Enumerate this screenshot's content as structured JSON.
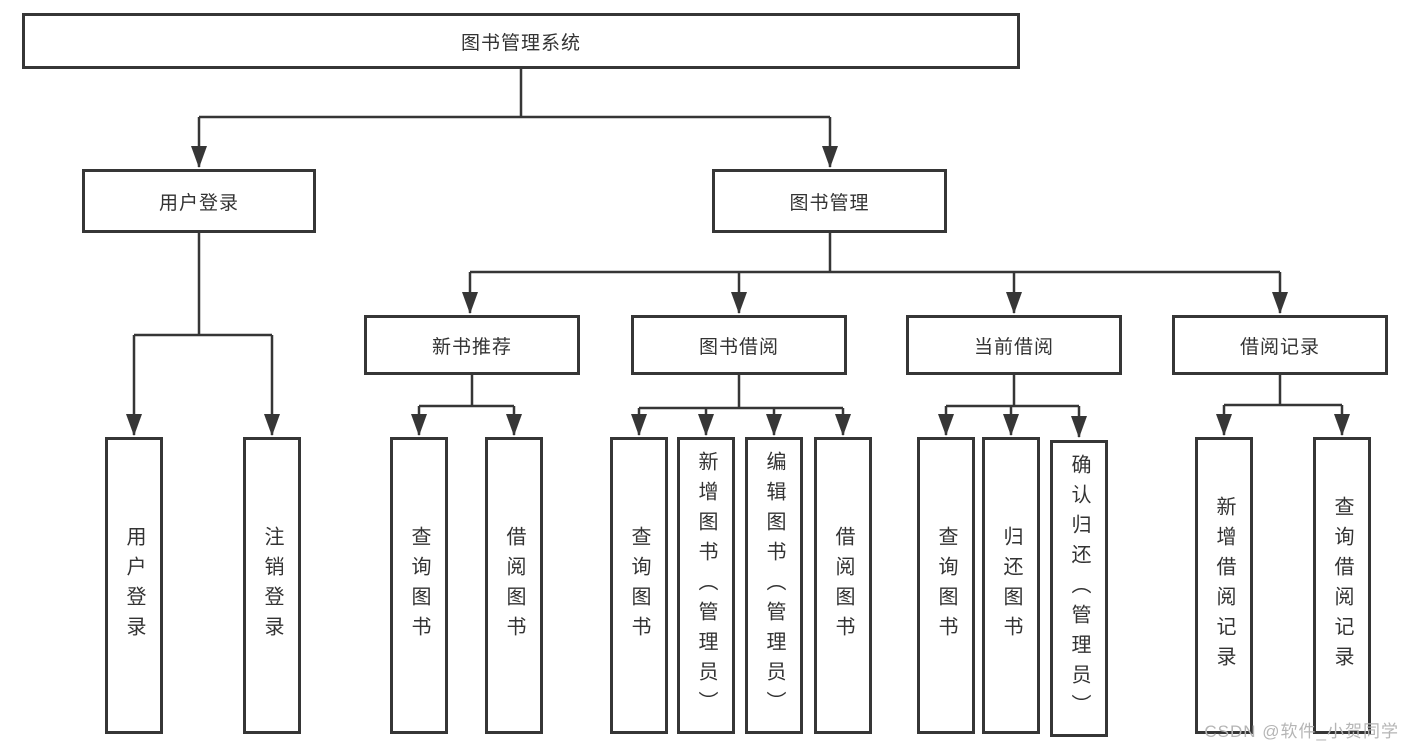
{
  "diagram": {
    "root": {
      "label": "图书管理系统"
    },
    "user_login": {
      "label": "用户登录",
      "children": {
        "login": "用户登录",
        "logout": "注销登录"
      }
    },
    "book_management": {
      "label": "图书管理",
      "sections": {
        "new_book_recommend": {
          "label": "新书推荐",
          "children": {
            "query_books": "查询图书",
            "borrow_books": "借阅图书"
          }
        },
        "book_borrowing": {
          "label": "图书借阅",
          "children": {
            "query_books": "查询图书",
            "add_books_admin": "新增图书（管理员）",
            "edit_books_admin": "编辑图书（管理员）",
            "borrow_books": "借阅图书"
          }
        },
        "current_borrowing": {
          "label": "当前借阅",
          "children": {
            "query_books": "查询图书",
            "return_books": "归还图书",
            "confirm_return_admin": "确认归还（管理员）"
          }
        },
        "borrowing_records": {
          "label": "借阅记录",
          "children": {
            "add_record": "新增借阅记录",
            "query_record": "查询借阅记录"
          }
        }
      }
    }
  },
  "watermark": "CSDN @软件_小贺同学",
  "colors": {
    "line": "#363636",
    "background": "#ffffff",
    "watermark": "#b5b5b5"
  }
}
